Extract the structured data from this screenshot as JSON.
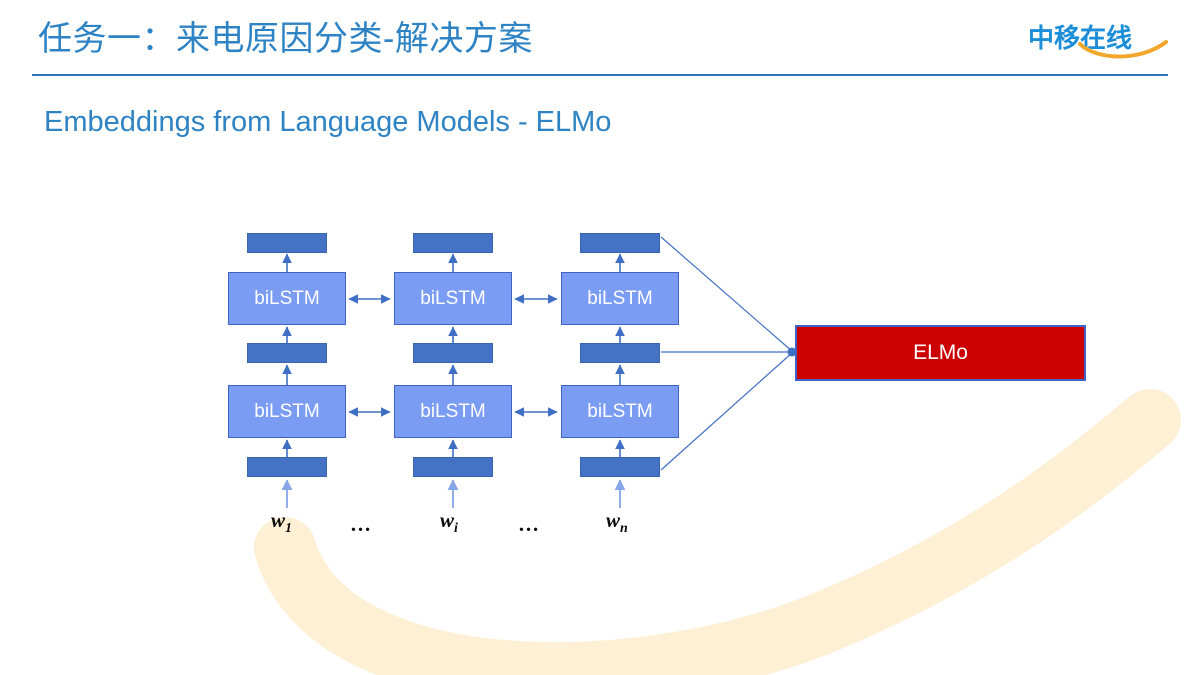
{
  "slide": {
    "title": "任务一：来电原因分类-解决方案",
    "subtitle": "Embeddings from Language Models - ELMo",
    "title_color": "#2E83C4",
    "rule_color": "#2E75B6",
    "background": "#FFFFFF",
    "decor_swoosh_color": "#FDF0D5"
  },
  "logo": {
    "text": "中移在线",
    "text_color": "#1C8DD9",
    "swoosh_color": "#F2A72C"
  },
  "diagram": {
    "type": "elmo-architecture",
    "layers": [
      {
        "name": "top-output-bars",
        "role": "layer-2 hidden representation",
        "color": "#4472C4",
        "cells": [
          "",
          "",
          ""
        ]
      },
      {
        "name": "upper-bilstm-row",
        "role": "second biLSTM layer",
        "color": "#7B9CF3",
        "cells": [
          "biLSTM",
          "biLSTM",
          "biLSTM"
        ]
      },
      {
        "name": "middle-bars",
        "role": "layer-1 hidden representation",
        "color": "#4472C4",
        "cells": [
          "",
          "",
          ""
        ]
      },
      {
        "name": "lower-bilstm-row",
        "role": "first biLSTM layer",
        "color": "#7B9CF3",
        "cells": [
          "biLSTM",
          "biLSTM",
          "biLSTM"
        ]
      },
      {
        "name": "bottom-bars",
        "role": "token embeddings",
        "color": "#4472C4",
        "cells": [
          "",
          "",
          ""
        ]
      }
    ],
    "inputs": [
      {
        "label": "w",
        "sub": "1"
      },
      {
        "label": "…"
      },
      {
        "label": "w",
        "sub": "i"
      },
      {
        "label": "…"
      },
      {
        "label": "w",
        "sub": "n"
      }
    ],
    "output": {
      "label": "ELMo",
      "fill": "#CC0000",
      "border": "#3F62C4",
      "text_color": "#FFFFFF"
    },
    "arrow_color": "#3F6FC4",
    "connector_note": "three representation layers combine into ELMo"
  }
}
